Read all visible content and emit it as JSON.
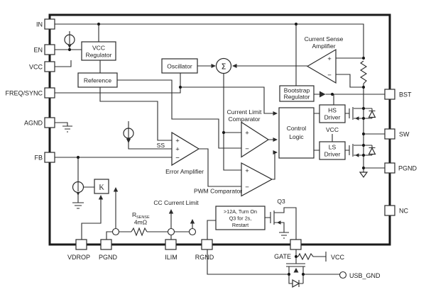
{
  "diagram_type": "ic-functional-block-diagram",
  "colors": {
    "line": "#2b2b2b",
    "text": "#1c1c1c",
    "background": "#ffffff"
  },
  "pins": {
    "left": {
      "in": "IN",
      "en": "EN",
      "vcc": "VCC",
      "freq_sync": "FREQ/SYNC",
      "agnd": "AGND",
      "fb": "FB"
    },
    "right": {
      "bst": "BST",
      "sw": "SW",
      "pgnd": "PGND",
      "nc": "NC"
    },
    "bottom": {
      "vdrop": "VDROP",
      "pgnd": "PGND",
      "ilim": "ILIM",
      "rgnd": "RGND",
      "gate": "GATE"
    },
    "external": {
      "usb_gnd": "USB_GND"
    }
  },
  "blocks": {
    "vcc_regulator": {
      "line1": "VCC",
      "line2": "Regulator"
    },
    "reference": {
      "label": "Reference"
    },
    "oscillator": {
      "label": "Oscillator"
    },
    "bootstrap_regulator": {
      "line1": "Bootstrap",
      "line2": "Regulator"
    },
    "hs_driver": {
      "line1": "HS",
      "line2": "Driver"
    },
    "ls_driver": {
      "line1": "LS",
      "line2": "Driver"
    },
    "control_logic": {
      "line1": "Control",
      "line2": "Logic"
    },
    "k_block": {
      "label": "K"
    },
    "overcurrent_box": {
      "line1": ">12A, Turn On",
      "line2": "Q3 for 2s,",
      "line3": "Restart"
    }
  },
  "amplifiers": {
    "current_sense": {
      "line1": "Current Sense",
      "line2": "Amplifier"
    },
    "current_limit": {
      "line1": "Current Limit",
      "line2": "Comparator"
    },
    "error_amplifier": {
      "label": "Error Amplifier"
    },
    "pwm_comparator": {
      "label": "PWM Comparator"
    },
    "summing_node": {
      "symbol": "Σ"
    }
  },
  "annotations": {
    "ss": "SS",
    "cc_current_limit": "CC Current Limit",
    "rsense": "R",
    "rsense_sub": "SENSE",
    "rsense_value": "4mΩ",
    "q3": "Q3",
    "vcc_ls_driver": "VCC",
    "vcc_gate": "VCC",
    "plus": "+",
    "minus": "−"
  }
}
